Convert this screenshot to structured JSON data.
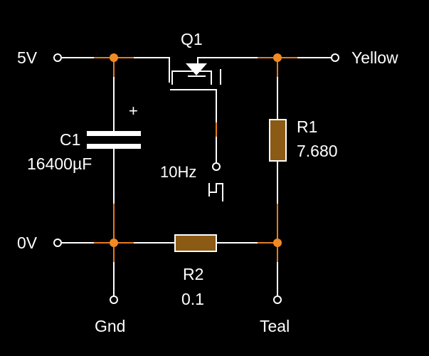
{
  "colors": {
    "background": "#000000",
    "wire": "#ffffff",
    "wire_accent": "#e8791e",
    "junction": "#f28a24",
    "resistor_fill": "#8b5a14",
    "terminal": "#ffffff"
  },
  "labels": {
    "v5": "5V",
    "v0": "0V",
    "yellow": "Yellow",
    "teal": "Teal",
    "gnd": "Gnd",
    "q1": "Q1",
    "c1_name": "C1",
    "c1_value": "16400µF",
    "c1_polarity": "+",
    "r1_name": "R1",
    "r1_value": "7.680",
    "r2_name": "R2",
    "r2_value": "0.1",
    "gate_signal": "10Hz"
  }
}
